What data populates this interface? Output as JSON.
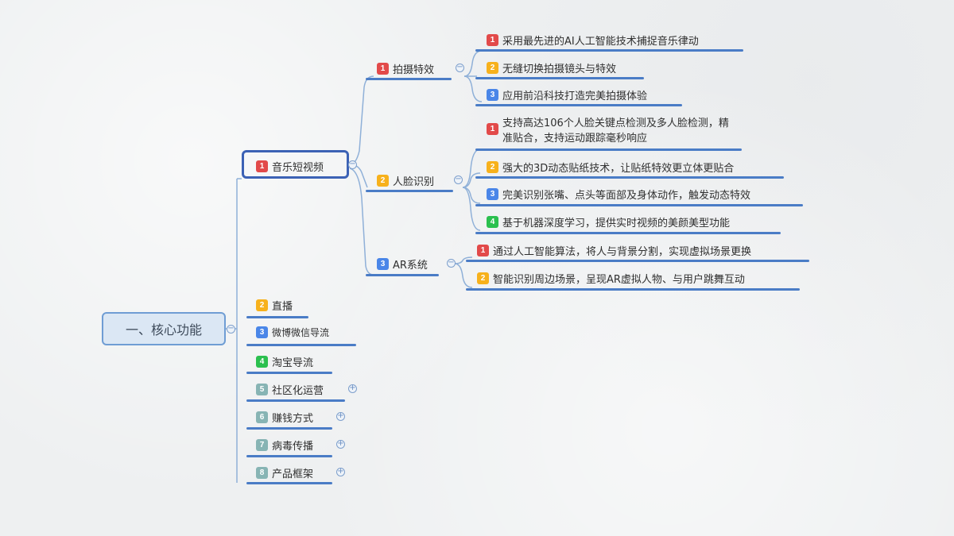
{
  "colors": {
    "red": "#e24a4a",
    "orange": "#f7b11c",
    "blue": "#4a86e8",
    "green": "#2bc04f",
    "teal": "#87b4b4",
    "line": "#4a7cc6",
    "connector": "#8fb0d8"
  },
  "root": {
    "label": "一、核心功能"
  },
  "branches": [
    {
      "num": "1",
      "label": "音乐短视频",
      "color": "red",
      "expanded": true
    },
    {
      "num": "2",
      "label": "直播",
      "color": "orange"
    },
    {
      "num": "3",
      "label": "微博微信导流",
      "color": "blue"
    },
    {
      "num": "4",
      "label": "淘宝导流",
      "color": "green"
    },
    {
      "num": "5",
      "label": "社区化运营",
      "color": "teal",
      "collapsed": true
    },
    {
      "num": "6",
      "label": "赚钱方式",
      "color": "teal",
      "collapsed": true
    },
    {
      "num": "7",
      "label": "病毒传播",
      "color": "teal",
      "collapsed": true
    },
    {
      "num": "8",
      "label": "产品框架",
      "color": "teal",
      "collapsed": true
    }
  ],
  "sub_branches": [
    {
      "num": "1",
      "label": "拍摄特效",
      "color": "red",
      "items": [
        {
          "num": "1",
          "label": "采用最先进的AI人工智能技术捕捉音乐律动",
          "color": "red"
        },
        {
          "num": "2",
          "label": "无缝切换拍摄镜头与特效",
          "color": "orange"
        },
        {
          "num": "3",
          "label": "应用前沿科技打造完美拍摄体验",
          "color": "blue"
        }
      ]
    },
    {
      "num": "2",
      "label": "人脸识别",
      "color": "orange",
      "items": [
        {
          "num": "1",
          "label": "支持高达106个人脸关键点检测及多人脸检测，精准贴合，支持运动跟踪毫秒响应",
          "color": "red"
        },
        {
          "num": "2",
          "label": "强大的3D动态贴纸技术，让贴纸特效更立体更贴合",
          "color": "orange"
        },
        {
          "num": "3",
          "label": "完美识别张嘴、点头等面部及身体动作，触发动态特效",
          "color": "blue"
        },
        {
          "num": "4",
          "label": "基于机器深度学习，提供实时视频的美颜美型功能",
          "color": "green"
        }
      ]
    },
    {
      "num": "3",
      "label": "AR系统",
      "color": "blue",
      "items": [
        {
          "num": "1",
          "label": "通过人工智能算法，将人与背景分割，实现虚拟场景更换",
          "color": "red"
        },
        {
          "num": "2",
          "label": "智能识别周边场景，呈现AR虚拟人物、与用户跳舞互动",
          "color": "orange"
        }
      ]
    }
  ],
  "icons": {
    "collapse": "⊖",
    "expand": "⊕"
  }
}
